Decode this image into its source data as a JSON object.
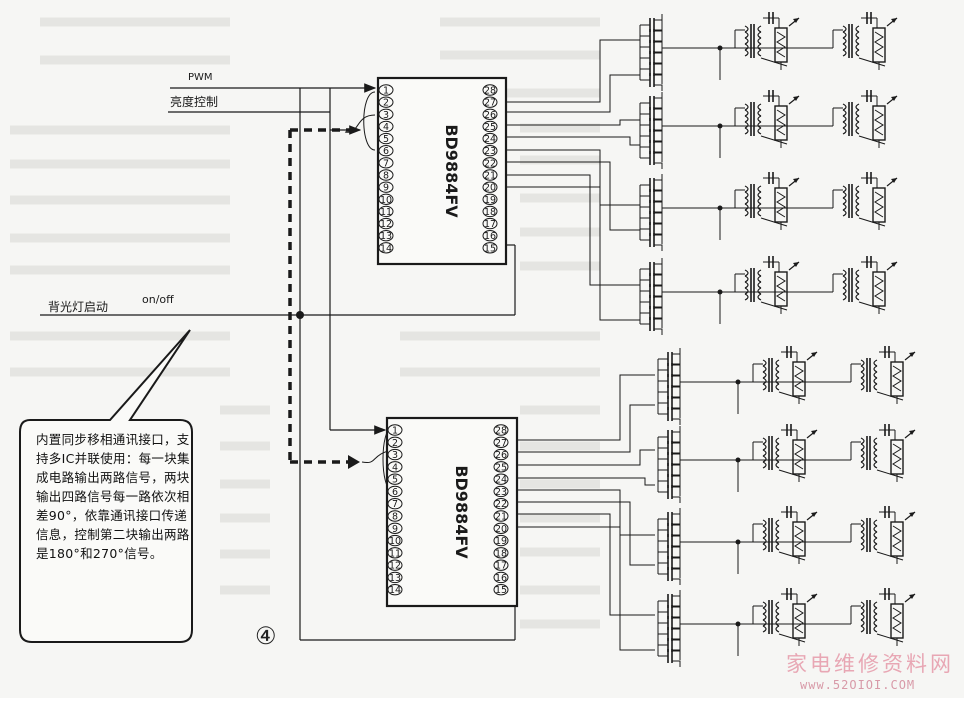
{
  "labels": {
    "pwm": "PWM",
    "brightness": "亮度控制",
    "backlight_start": "背光灯启动",
    "on_off": "on/off",
    "chip1": "BD9884FV",
    "chip2": "BD9884FV",
    "callout": "内置同步移相通讯接口，支持多IC并联使用：每一块集成电路输出两路信号，两块输出四路信号每一路依次相差90°，依靠通讯接口传递信息，控制第二块输出两路是180°和270°信号。",
    "figure_number": "④",
    "watermark": "家电维修资料网",
    "watermark_url": "www.52OIOI.COM"
  },
  "pins_left": [
    "1",
    "2",
    "3",
    "4",
    "5",
    "6",
    "7",
    "8",
    "9",
    "10",
    "11",
    "12",
    "13",
    "14"
  ],
  "pins_right": [
    "28",
    "27",
    "26",
    "25",
    "24",
    "23",
    "22",
    "21",
    "20",
    "19",
    "18",
    "17",
    "16",
    "15"
  ],
  "colors": {
    "ink": "#1a1a1a",
    "paper": "#f6f6f4",
    "watermark": "#e8a7b4"
  }
}
